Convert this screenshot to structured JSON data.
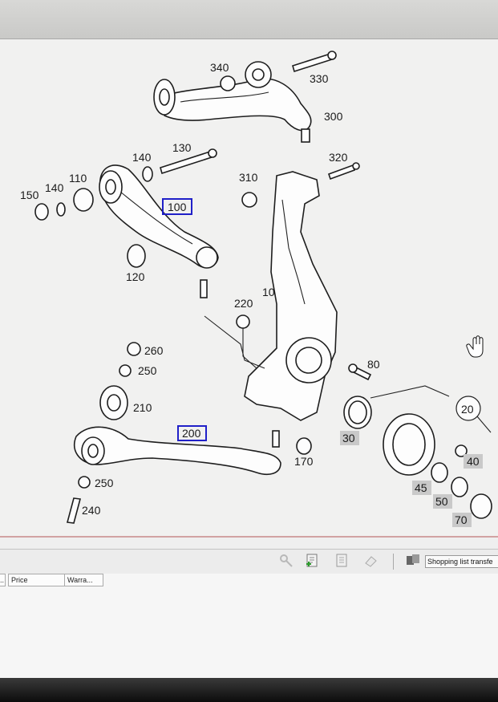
{
  "diagram": {
    "labels": {
      "p340": "340",
      "p330": "330",
      "p300": "300",
      "p320": "320",
      "p310": "310",
      "p130": "130",
      "p140a": "140",
      "p140b": "140",
      "p150": "150",
      "p110": "110",
      "p100": "100",
      "p120": "120",
      "p10": "10",
      "p220": "220",
      "p260": "260",
      "p250a": "250",
      "p210": "210",
      "p80": "80",
      "p20": "20",
      "p30": "30",
      "p200": "200",
      "p170": "170",
      "p40": "40",
      "p45": "45",
      "p50": "50",
      "p70": "70",
      "p250b": "250",
      "p240": "240"
    }
  },
  "toolbar": {
    "icons": [
      "key-search-icon",
      "document-add-icon",
      "document-list-icon",
      "eraser-icon",
      "shopping-list-transfer-icon"
    ],
    "shopping_list_label": "Shopping list transfe"
  },
  "table": {
    "columns": [
      "..",
      "Price",
      "Warra..."
    ]
  }
}
